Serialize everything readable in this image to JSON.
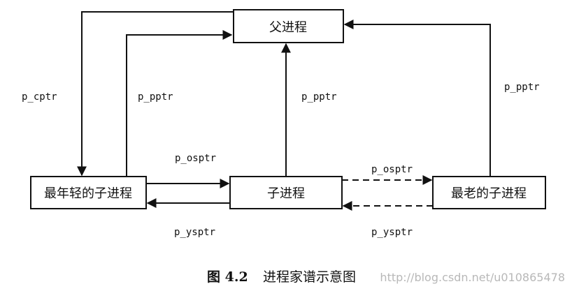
{
  "nodes": {
    "parent": "父进程",
    "youngest_child": "最年轻的子进程",
    "child": "子进程",
    "oldest_child": "最老的子进程"
  },
  "edges": {
    "p_cptr": "p_cptr",
    "p_pptr_youngest": "p_pptr",
    "p_pptr_child": "p_pptr",
    "p_pptr_oldest": "p_pptr",
    "p_osptr_left": "p_osptr",
    "p_ysptr_left": "p_ysptr",
    "p_osptr_right": "p_osptr",
    "p_ysptr_right": "p_ysptr"
  },
  "caption": {
    "figure_number": "图 4.2",
    "title": "进程家谱示意图"
  },
  "watermark": "http://blog.csdn.net/u010865478",
  "colors": {
    "ink": "#111111",
    "watermark": "#b8b8b8"
  }
}
